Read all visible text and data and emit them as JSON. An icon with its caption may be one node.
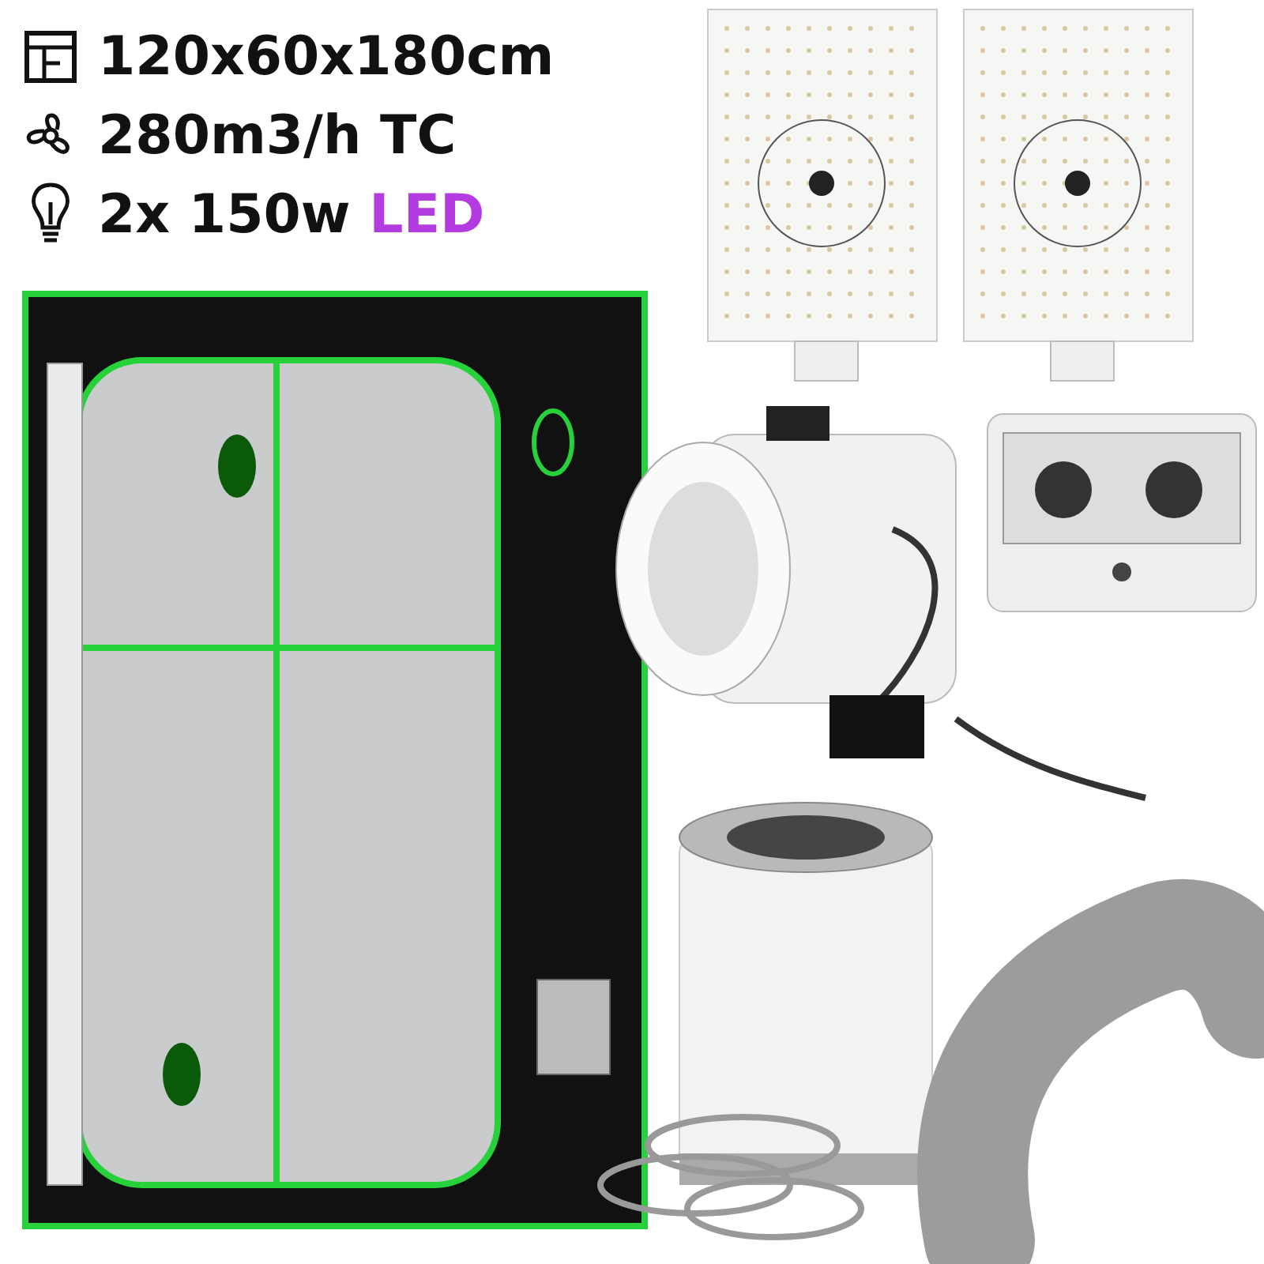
{
  "diagram": {
    "labels": [
      "120x60x180cm",
      "280m3/h TC",
      "2x 150w LED"
    ]
  }
}
